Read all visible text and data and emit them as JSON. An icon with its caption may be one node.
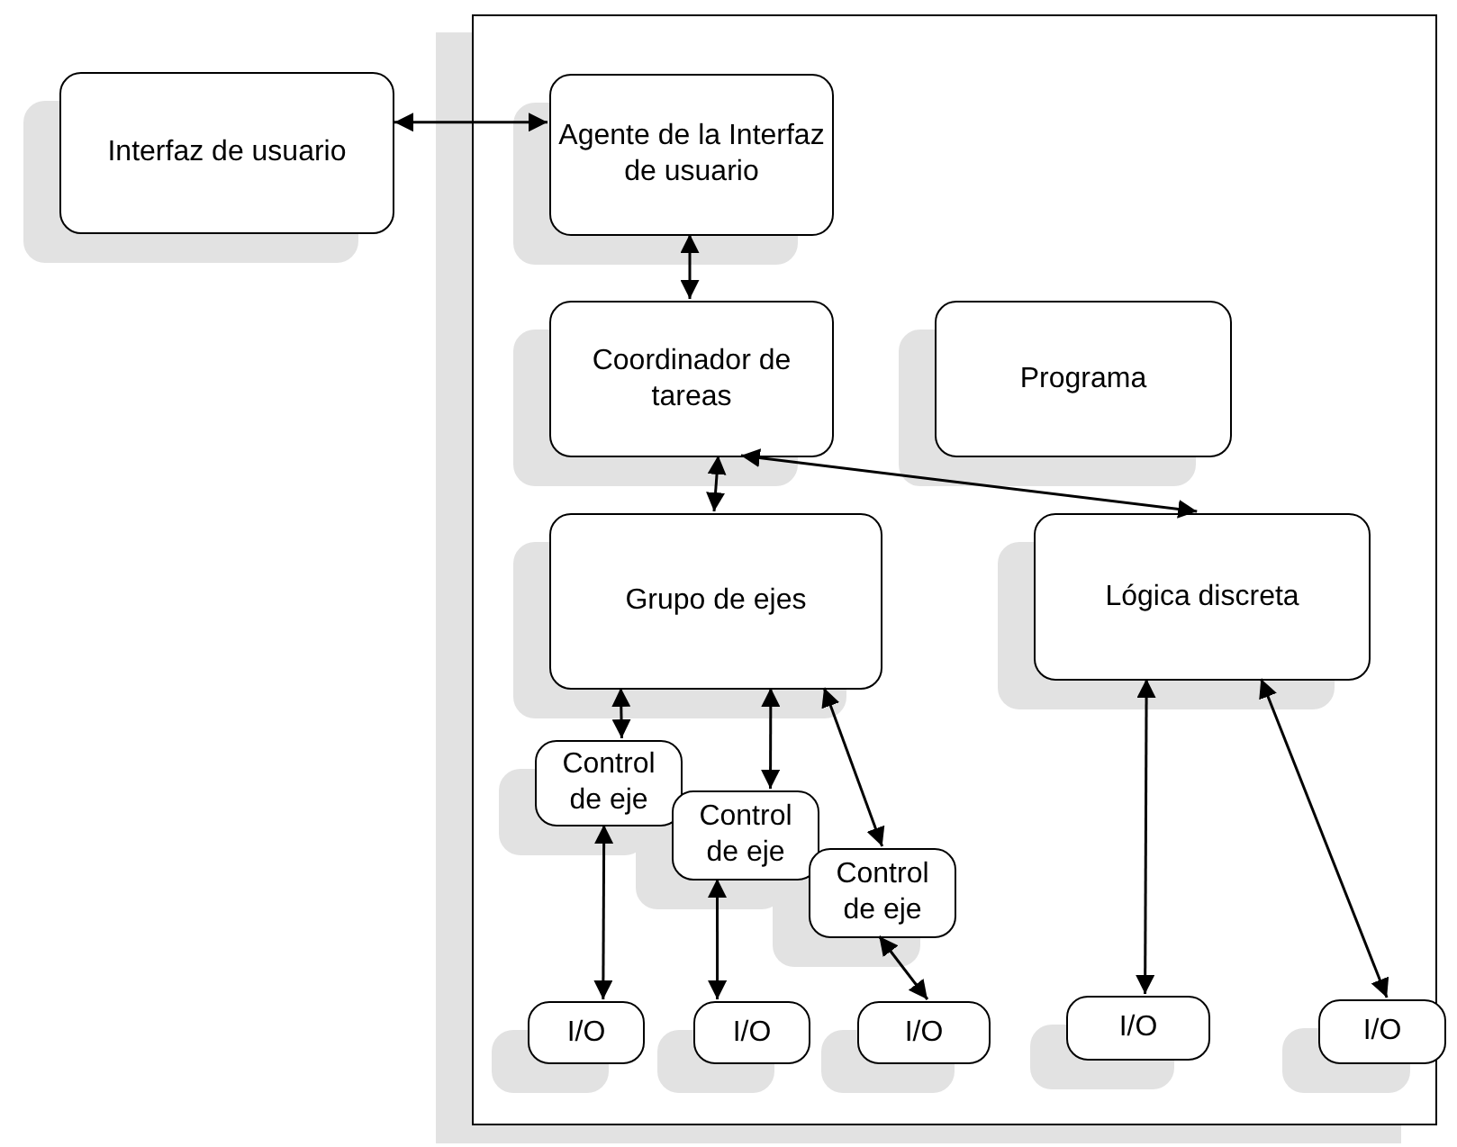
{
  "diagram": {
    "nodes": [
      {
        "text": [],
        "shape": "box"
      },
      {
        "text": [
          "Interfaz de usuario"
        ]
      },
      {
        "text": [
          "Agente de la Interfaz de usuario"
        ],
        "in": 0
      },
      {
        "text": [
          "Coordinador de tareas"
        ],
        "in": 0
      },
      {
        "text": [
          "Programa"
        ],
        "in": 0
      },
      {
        "text": [
          "Grupo de ejes"
        ],
        "in": 0
      },
      {
        "text": [
          "Lógica discreta"
        ],
        "in": 0
      },
      {
        "text": [
          "Control de eje"
        ],
        "in": 0
      },
      {
        "text": [
          "Control de eje"
        ],
        "in": 0
      },
      {
        "text": [
          "Control de eje"
        ],
        "in": 0
      },
      {
        "text": [
          "I/O"
        ],
        "in": 0
      },
      {
        "text": [
          "I/O"
        ],
        "in": 0
      },
      {
        "text": [
          "I/O"
        ],
        "in": 0
      },
      {
        "text": [
          "I/O"
        ],
        "in": 0
      },
      {
        "text": [
          "I/O"
        ],
        "in": 0
      }
    ],
    "edges": [
      {
        "from": 1,
        "to": 2,
        "arrow": "both"
      },
      {
        "from": 2,
        "to": 3,
        "arrow": "both"
      },
      {
        "from": 3,
        "to": 5,
        "arrow": "both"
      },
      {
        "from": 3,
        "to": 6,
        "arrow": "both"
      },
      {
        "from": 5,
        "to": 7,
        "arrow": "both"
      },
      {
        "from": 5,
        "to": 8,
        "arrow": "both"
      },
      {
        "from": 5,
        "to": 9,
        "arrow": "both"
      },
      {
        "from": 7,
        "to": 10,
        "arrow": "both"
      },
      {
        "from": 8,
        "to": 11,
        "arrow": "both"
      },
      {
        "from": 9,
        "to": 12,
        "arrow": "both"
      },
      {
        "from": 6,
        "to": 13,
        "arrow": "both"
      },
      {
        "from": 6,
        "to": 14,
        "arrow": "both"
      }
    ]
  }
}
